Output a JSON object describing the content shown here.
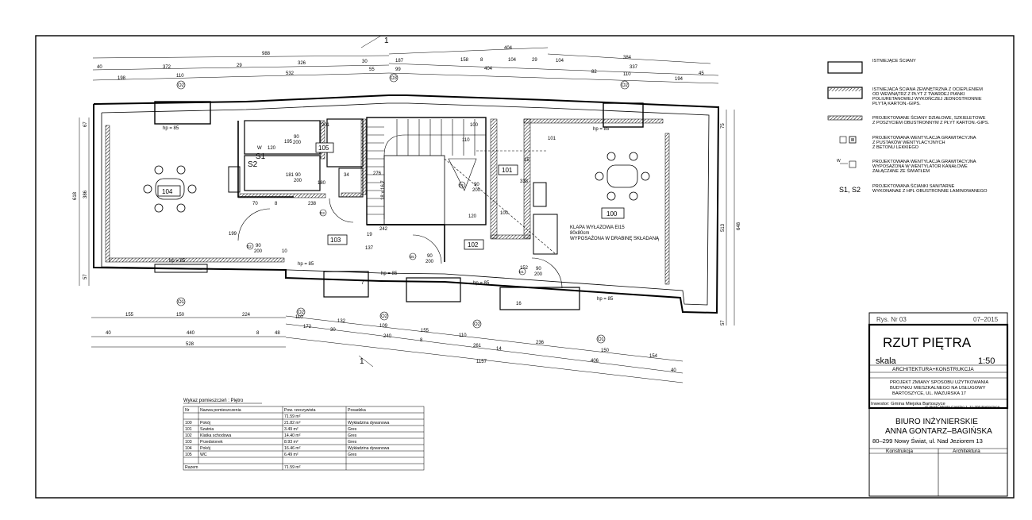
{
  "dims_top": {
    "row1": [
      "988",
      "404",
      "384"
    ],
    "row2": [
      "40",
      "372",
      "29",
      "326",
      "30",
      "187",
      "158",
      "8",
      "104",
      "29",
      "104",
      "337",
      "45"
    ],
    "row3": [
      "198",
      "110",
      "532",
      "55",
      "99",
      "404",
      "82",
      "110",
      "194"
    ]
  },
  "dims_bottom": {
    "row1": [
      "155",
      "150",
      "224",
      "110",
      "132",
      "109",
      "155",
      "110",
      "150",
      "154"
    ],
    "row2": [
      "40",
      "440",
      "8",
      "48",
      "172",
      "30",
      "240",
      "8",
      "261",
      "14",
      "236",
      "406",
      "40"
    ],
    "row3": [
      "528",
      "1157"
    ]
  },
  "dims_side": {
    "left": [
      "618",
      "386",
      "67",
      "57"
    ],
    "right": [
      "75",
      "513",
      "648",
      "57"
    ]
  },
  "rooms": [
    {
      "id": "104"
    },
    {
      "id": "105"
    },
    {
      "id": "103"
    },
    {
      "id": "102"
    },
    {
      "id": "101"
    },
    {
      "id": "100"
    }
  ],
  "symbols": {
    "s1": "S1",
    "s2": "S2",
    "vent_o2": "O2",
    "vent_o1": "O1",
    "vent_o3": "O3",
    "door_d1": "D1",
    "door_d2": "D2",
    "door_d3": "D3",
    "door_d4": "D4",
    "door_d5": "D5"
  },
  "annotations": {
    "hp": "hp = 85",
    "door_90": "90",
    "door_200": "200",
    "klapa_line1": "KLAPA WYŁAZOWA EI15",
    "klapa_line2": "80x80cm",
    "klapa_line3": "WYPOSAŻONA W DRABINĘ SKŁADANĄ",
    "stairs": "18 x 16,7",
    "section_mark": "1",
    "d_201": "201",
    "d_195": "195",
    "d_120": "120",
    "d_w": "W",
    "d_181": "181",
    "d_180": "180",
    "d_34": "34",
    "d_238": "238",
    "d_70": "70",
    "d_8": "8",
    "d_199": "199",
    "d_100": "100",
    "d_110": "110",
    "d_101": "101",
    "d_15": "15",
    "d_276": "276",
    "d_338": "338",
    "d_242": "242",
    "d_137": "137",
    "d_19": "19",
    "d_152": "152",
    "d_16": "16",
    "d_7": "7",
    "d_10": "10",
    "d_120b": "120",
    "d_100b": "100"
  },
  "legend": [
    {
      "text": [
        "ISTNIEJĄCE ŚCIANY"
      ]
    },
    {
      "text": [
        "ISTNIEJĄCA ŚCIANA ZEWNĘTRZNA Z OCIEPLENIEM",
        "OD WEWNĄTRZ Z PŁYT Z TWARDEJ PIANKI",
        "POLIURETANOWEJ WYKOŃCZEJ JEDNOSTRONNIE",
        "PŁYTĄ KARTON.-GIPS."
      ]
    },
    {
      "text": [
        "PROJEKTOWANE ŚCIANY DZIAŁOWE, SZKIELETOWE",
        "Z POSZYCIEM OBUSTRONNYM Z PŁYT KARTON.-GIPS."
      ]
    },
    {
      "text": [
        "PROJEKTOWANA WENTYLACJA GRAWITACYJNA",
        "Z PUSTAKÓW WENTYLACYJNYCH",
        "Z BETONU LEKKIEGO"
      ]
    },
    {
      "text": [
        "PROJEKTOWANA WENTYLACJA GRAWITACYJNA",
        "WYPOSAŻONA W WENTYLATOR KANAŁOWE",
        "ZAŁĄCZANE ZE ŚWIATŁEM"
      ]
    },
    {
      "symbol": "S1, S2",
      "text": [
        "PROJEKTOWANA ŚCIANKI SANITARNE",
        "WYKONANAE Z HPL OBUSTRONNIE LAMINOWANEGO"
      ]
    }
  ],
  "legend_symbol_w": "W",
  "room_table": {
    "title": "Wykaz pomieszczeń : Piętro",
    "headers": [
      "Nr",
      "Nazwa pomieszczenia",
      "Pow. rzeczywista",
      "Posadzka"
    ],
    "total_row": [
      "",
      "",
      "71.59 m²",
      ""
    ],
    "rows": [
      [
        "100",
        "Pokój",
        "21.82 m²",
        "Wykładzina dywanowa"
      ],
      [
        "101",
        "Szatnia",
        "3.49 m²",
        "Gres"
      ],
      [
        "102",
        "Klatka schodowa",
        "14.40 m²",
        "Gres"
      ],
      [
        "103",
        "Przedsionek",
        "8.93 m²",
        "Gres"
      ],
      [
        "104",
        "Pokój",
        "16.46 m²",
        "Wykładzina dywanowa"
      ],
      [
        "105",
        "WC",
        "6.49 m²",
        "Gres"
      ]
    ],
    "sum_row": [
      "Razem",
      "",
      "71.59 m²",
      ""
    ]
  },
  "title_block": {
    "rys": "Rys. Nr 03",
    "date": "07–2015",
    "title": "RZUT PIĘTRA",
    "skala_label": "skala",
    "skala_value": "1:50",
    "arch": "ARCHITEKTURA+KONSTRUKCJA",
    "project_lines": [
      "PROJEKT ZMIANY SPOSOBU UŻYTKOWANIA",
      "BUDYNKU MIESZKALNEGO NA USŁUGOWY",
      "BARTOSZYCE, UL. MAZURSKA 17"
    ],
    "investor": "Inwestor: Gmina Miejska Bartoszyce",
    "investor_addr": "ul. Boch. Monte Cassino 1, 11-200 Bartoszyce",
    "office_line1": "BIURO INŻYNIERSKIE",
    "office_line2": "ANNA GONTARZ–BAGIŃSKA",
    "office_addr": "80–299 Nowy Świat, ul. Nad Jeziorem 13",
    "col_konstrukcja": "Konstrukcja",
    "col_architektura": "Architektura"
  },
  "colors": {
    "line": "#000000",
    "hatch": "#000000",
    "paper": "#ffffff"
  }
}
